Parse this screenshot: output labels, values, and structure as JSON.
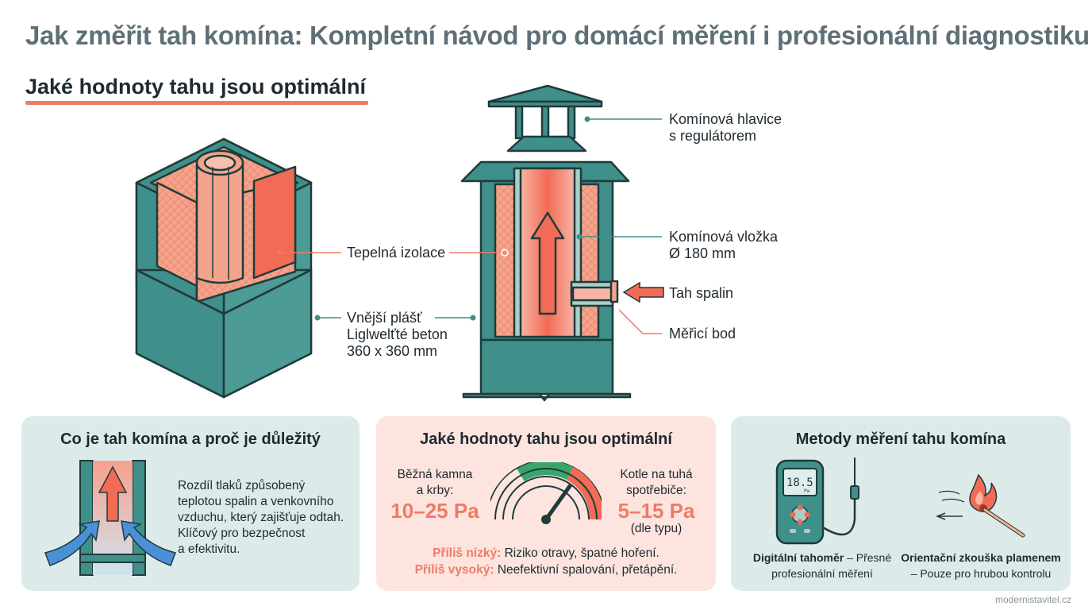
{
  "header": {
    "title": "Jak změřit tah komína: Kompletní návod pro domácí měření i profesionální diagnostiku",
    "subtitle": "Jaké hodnoty tahu jsou optimální"
  },
  "diagram": {
    "labels": {
      "insulation": "Tepelná izolace",
      "outer_shell_1": "Vnější plášť",
      "outer_shell_2": "Liglwelťté beton",
      "outer_shell_3": "360 x 360 mm",
      "cap_1": "Komínová hlavice",
      "cap_2": "s regulátorem",
      "liner_1": "Komínová vložka",
      "liner_2": "Ø 180 mm",
      "draft": "Tah spalin",
      "measuring_point": "Měřicí bod"
    }
  },
  "cards": {
    "left": {
      "title": "Co je tah komína a proč je důležitý",
      "lines": [
        "Rozdíl tlaků způsobený",
        "teplotou spalin a venkovního",
        "vzduchu, který zajišťuje odtah.",
        "Klíčový pro bezpečnost",
        "a efektivitu."
      ]
    },
    "mid": {
      "title": "Jaké hodnoty tahu jsou optimální",
      "stoves_1": "Běžná kamna",
      "stoves_2": "a krby:",
      "stoves_value": "10–25 Pa",
      "boilers_1": "Kotle na tuhá",
      "boilers_2": "spotřebiče:",
      "boilers_value": "5–15 Pa",
      "boilers_note": "(dle typu)",
      "low_label": "Příliš nízký:",
      "low_text": " Riziko otravy, špatné hoření.",
      "high_label": "Příliš vysoký:",
      "high_text": " Neefektivní spalování, přetápění."
    },
    "right": {
      "title": "Metody měření tahu komína",
      "meter_display": "18.5",
      "meter_unit": "Pa",
      "meter_name": "Digitální tahoměr",
      "meter_desc_1": " – Přesné",
      "meter_desc_2": "profesionální měření",
      "flame_name": "Orientační zkouška plamenem",
      "flame_desc": "– Pouze pro hrubou kontrolu"
    }
  },
  "footer": {
    "source": "modernistavitel.cz"
  },
  "colors": {
    "teal": "#3f8f8a",
    "teal_dark": "#1f3b3a",
    "salmon": "#ef7b66",
    "insulation": "#f4a48c",
    "grey_title": "#5f6f78"
  }
}
